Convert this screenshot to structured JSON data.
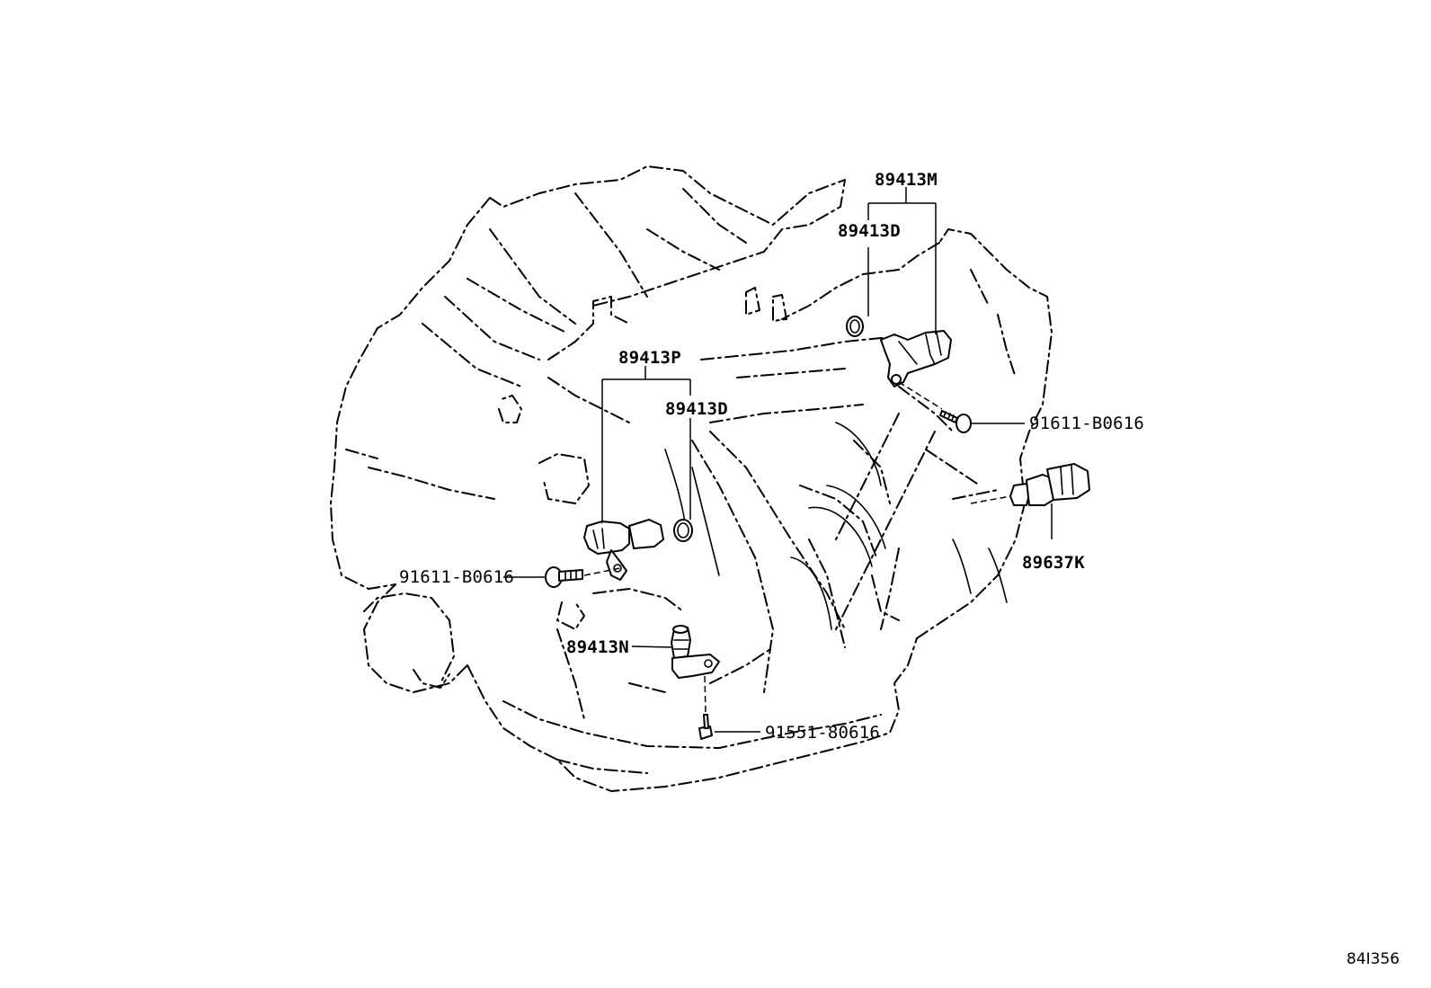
{
  "callouts": {
    "p89413M": "89413M",
    "p89413D_upper": "89413D",
    "p89413P": "89413P",
    "p89413D_lower": "89413D",
    "p91611_right": "91611-B0616",
    "p89637K": "89637K",
    "p91611_left": "91611-B0616",
    "p89413N": "89413N",
    "p91551": "91551-80616"
  },
  "illustration_id": "84I356"
}
